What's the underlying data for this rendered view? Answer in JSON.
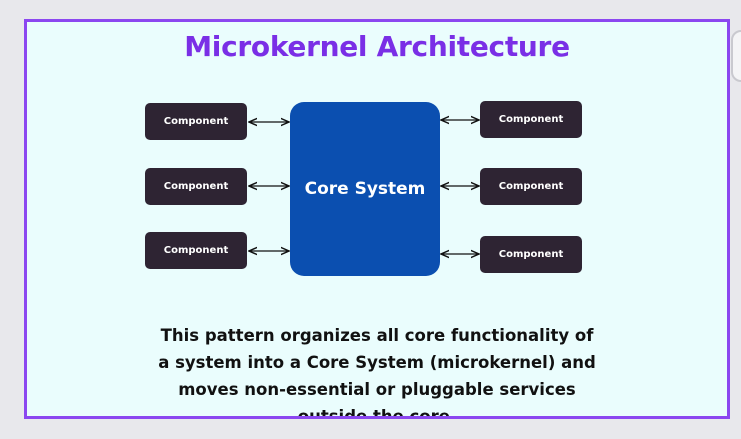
{
  "title": "Microkernel Architecture",
  "core": {
    "label": "Core System"
  },
  "components": {
    "left": [
      {
        "label": "Component"
      },
      {
        "label": "Component"
      },
      {
        "label": "Component"
      }
    ],
    "right": [
      {
        "label": "Component"
      },
      {
        "label": "Component"
      },
      {
        "label": "Component"
      }
    ]
  },
  "description": {
    "line1": "This pattern organizes all core functionality  of",
    "line2": "a system into a Core System (microkernel) and",
    "line3": "moves non-essential or pluggable services",
    "line4": "outside the core."
  },
  "colors": {
    "frame": "#8b47f0",
    "title": "#7a2fe6",
    "core": "#0b4fb0",
    "component": "#2e2433",
    "background": "#eafdfd"
  }
}
